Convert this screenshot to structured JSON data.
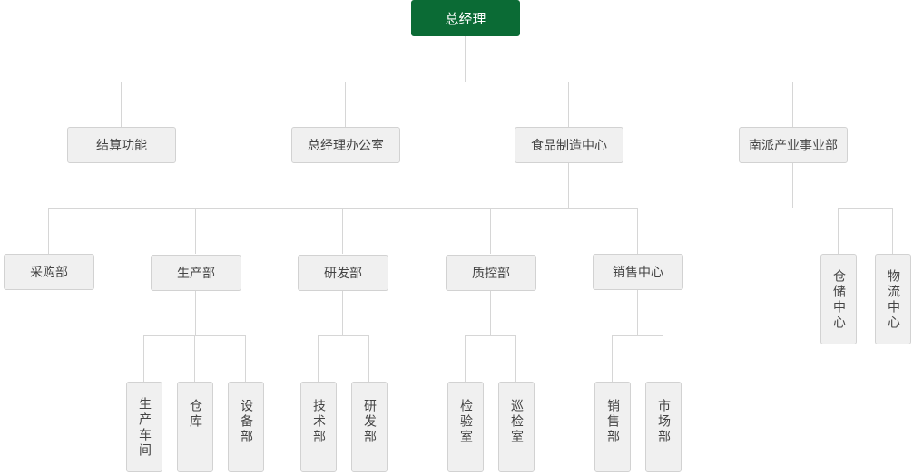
{
  "colors": {
    "root": "#0b6b35",
    "node": "#f0f0f0",
    "border": "#d2d2d2",
    "line": "#d6d6d6",
    "text": "#444444"
  },
  "org": {
    "root": "总经理",
    "level1": {
      "settlement": "结算功能",
      "gm_office": "总经理办公室",
      "food_center": "食品制造中心",
      "nanpai": "南派产业事业部"
    },
    "food": {
      "purchase": "采购部",
      "production": "生产部",
      "rnd": "研发部",
      "qc": "质控部",
      "sales_center": "销售中心"
    },
    "nanpai_units": {
      "storage_center": "仓储中心",
      "logistics_center": "物流中心"
    },
    "production_units": {
      "workshop": "生产车间",
      "warehouse": "仓库",
      "equipment": "设备部"
    },
    "rnd_units": {
      "tech": "技术部",
      "rnd_dept": "研发部"
    },
    "qc_units": {
      "inspection": "检验室",
      "patrol": "巡检室"
    },
    "sales_units": {
      "sales": "销售部",
      "market": "市场部"
    }
  }
}
